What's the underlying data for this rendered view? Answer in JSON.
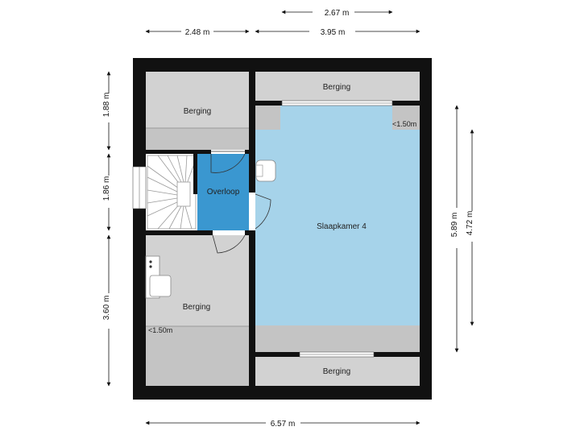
{
  "rooms": {
    "berging_top_left": "Berging",
    "berging_top_right": "Berging",
    "overloop": "Overloop",
    "slaapkamer": "Slaapkamer 4",
    "berging_bottom_left": "Berging",
    "berging_bottom_right": "Berging"
  },
  "notes": {
    "low_ceiling_right": "<1.50m",
    "low_ceiling_left": "<1.50m"
  },
  "dimensions": {
    "top_upper": "2.67 m",
    "top_left": "2.48 m",
    "top_right": "3.95 m",
    "bottom": "6.57 m",
    "left_top": "1.88 m",
    "left_middle": "1.86 m",
    "left_bottom": "3.60 m",
    "right_outer": "5.89 m",
    "right_inner": "4.72 m"
  },
  "colors": {
    "wall": "#111111",
    "storage_fill": "#d2d2d2",
    "storage_low_fill": "#c4c4c4",
    "bedroom_fill": "#a6d3ea",
    "landing_fill": "#3a97d0",
    "stair_fill": "#ffffff"
  }
}
